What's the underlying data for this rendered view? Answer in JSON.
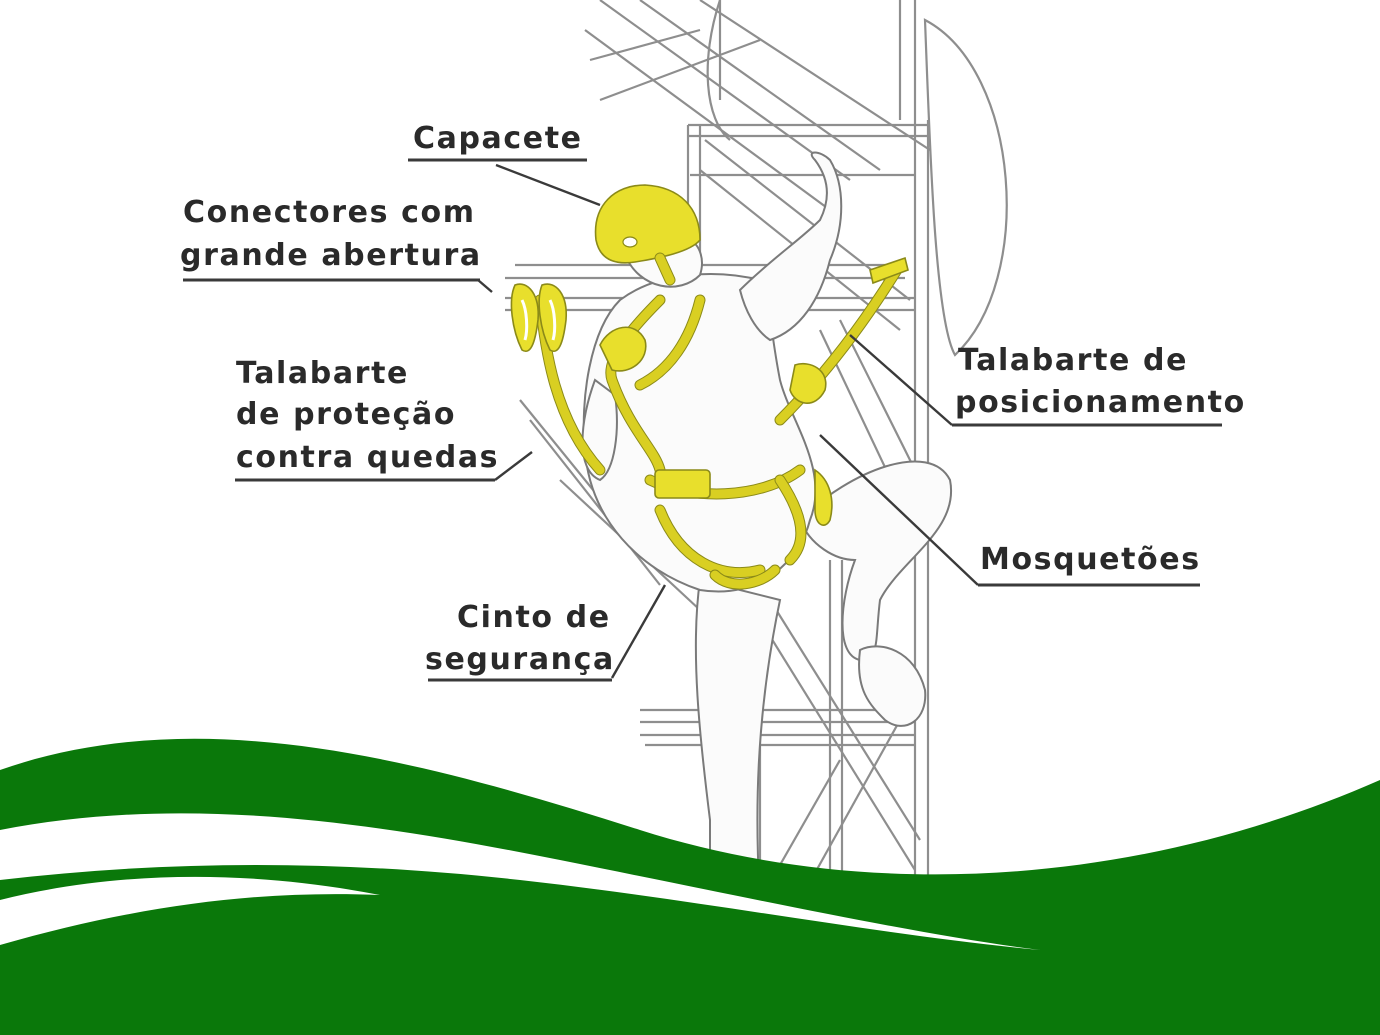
{
  "labels": {
    "capacete": "Capacete",
    "conectores_1": "Conectores com",
    "conectores_2": "grande abertura",
    "talabarte_protecao_1": "Talabarte",
    "talabarte_protecao_2": "de proteção",
    "talabarte_protecao_3": "contra quedas",
    "talabarte_posicionamento_1": "Talabarte de",
    "talabarte_posicionamento_2": "posicionamento",
    "mosquetoes": "Mosquetões",
    "cinto_1": "Cinto de",
    "cinto_2": "segurança"
  },
  "colors": {
    "equipment_yellow": "#e8df2c",
    "wave_green": "#0a780a",
    "line_dark": "#3a3a3a"
  }
}
